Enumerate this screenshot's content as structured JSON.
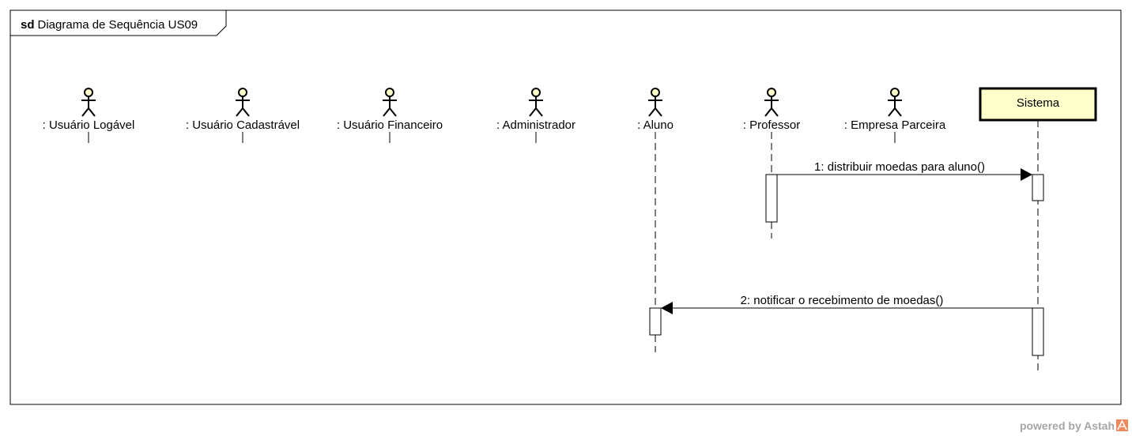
{
  "frame": {
    "keyword": "sd",
    "title": "Diagrama de Sequência US09"
  },
  "actors": [
    {
      "label": ": Usuário Logável"
    },
    {
      "label": ": Usuário Cadastrável"
    },
    {
      "label": ": Usuário Financeiro"
    },
    {
      "label": ": Administrador"
    },
    {
      "label": ": Aluno"
    },
    {
      "label": ": Professor"
    },
    {
      "label": ": Empresa Parceira"
    }
  ],
  "system": {
    "label": "Sistema"
  },
  "messages": [
    {
      "label": "1: distribuir moedas para aluno()",
      "from": ": Professor",
      "to": "Sistema"
    },
    {
      "label": "2: notificar o recebimento de moedas()",
      "from": "Sistema",
      "to": ": Aluno"
    }
  ],
  "watermark": {
    "text": "powered by Astah"
  },
  "colors": {
    "actor_head": "#ffffcc",
    "system_box": "#ffffcc",
    "line": "#000000",
    "watermark": "#a6a6a6",
    "watermark_logo": "#f08a5d"
  }
}
